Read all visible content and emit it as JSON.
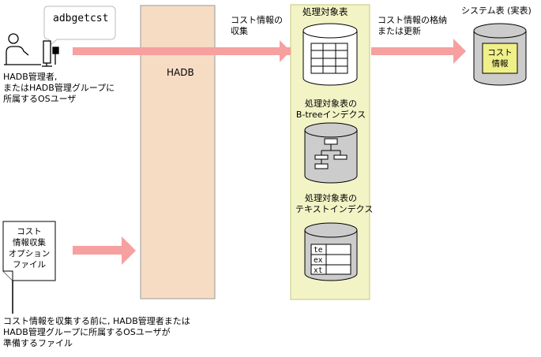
{
  "command": "adbgetcst",
  "user_label": [
    "HADB管理者,",
    "またはHADB管理グループに",
    "所属するOSユーザ"
  ],
  "server_label": "HADB",
  "arrow1_label": [
    "コスト情報の",
    "収集"
  ],
  "arrow2_label": [
    "コスト情報の格納",
    "または更新"
  ],
  "system_table": {
    "title": "システム表 (実表)",
    "inner": [
      "コスト",
      "情報"
    ]
  },
  "target_table_title": "処理対象表",
  "btree_index_title": [
    "処理対象表の",
    "B-treeインデクス"
  ],
  "text_index_title": [
    "処理対象表の",
    "テキストインデクス"
  ],
  "text_index_cells": [
    "te",
    "ex",
    "xt"
  ],
  "option_file": [
    "コスト",
    "情報収集",
    "オプション",
    "ファイル"
  ],
  "option_file_note": [
    "コスト情報を収集する前に, HADB管理者または",
    "HADB管理グループに所属するOSユーザが",
    "準備するファイル"
  ],
  "colors": {
    "arrow": "#f6a0a0",
    "server_fill": "#f7dcc4",
    "panel_fill": "#f3f4c6",
    "panel_border": "#c6c87a",
    "inner_fill": "#f0f08a",
    "cyl_gray": "#cccccc"
  }
}
